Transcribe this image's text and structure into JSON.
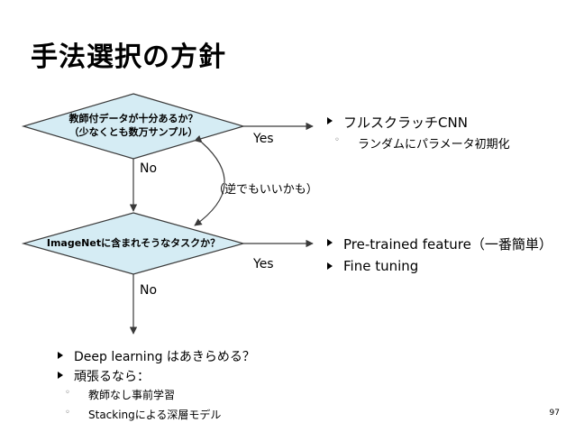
{
  "slide": {
    "title": "手法選択の方針",
    "page_number": "97"
  },
  "flow": {
    "decision1": {
      "line1": "教師付データが十分あるか？",
      "line2": "（少なくとも数万サンプル）"
    },
    "decision2": {
      "text": "ImageNetに含まれそうなタスクか？"
    },
    "yes1": "Yes",
    "no1": "No",
    "yes2": "Yes",
    "no2": "No",
    "reverse_note": "（逆でもいいかも）"
  },
  "outcome1": {
    "bullet": "フルスクラッチCNN",
    "sub": "ランダムにパラメータ初期化"
  },
  "outcome2": {
    "bullets": [
      "Pre-trained  feature（一番簡単）",
      "Fine tuning"
    ]
  },
  "outcome3": {
    "bullets": [
      "Deep learning はあきらめる？",
      "頑張るなら："
    ],
    "subs": [
      "教師なし事前学習",
      "Stackingによる深層モデル"
    ]
  },
  "colors": {
    "diamond_fill": "#d5ecf4",
    "diamond_stroke": "#3a3a3a",
    "line": "#3a3a3a"
  }
}
